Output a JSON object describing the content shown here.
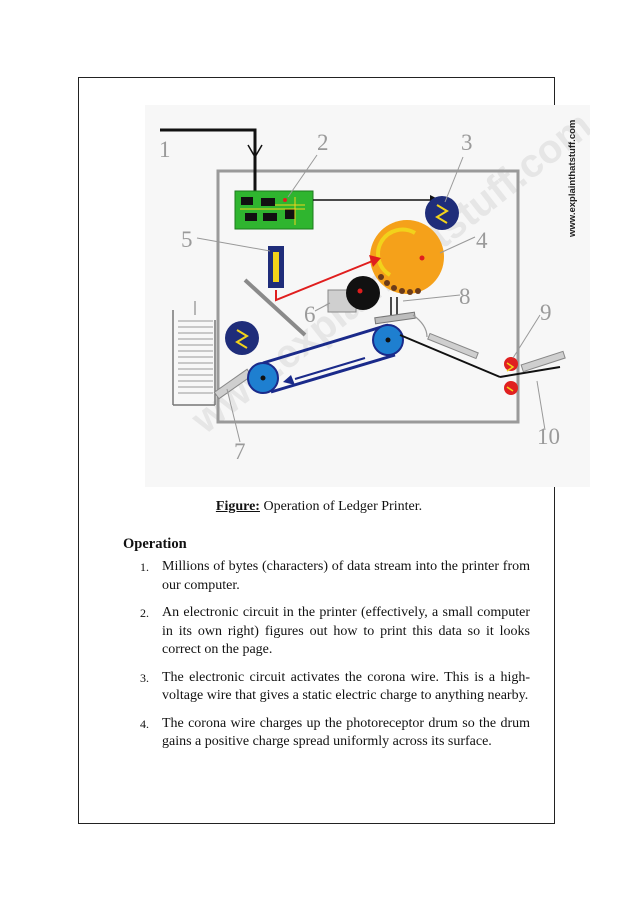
{
  "figure": {
    "callouts": [
      "1",
      "2",
      "3",
      "4",
      "5",
      "6",
      "7",
      "8",
      "9",
      "10"
    ],
    "side_url": "www.explainthatstuff.com",
    "watermark": "www.explainthatstuff.com"
  },
  "caption": {
    "label": "Figure:",
    "text": " Operation of Ledger Printer."
  },
  "section": {
    "heading": "Operation",
    "steps": [
      {
        "num": "1.",
        "text": "Millions of bytes (characters) of data stream into the printer from our computer."
      },
      {
        "num": "2.",
        "text": "An electronic circuit in the printer (effectively, a small computer in its own right) figures out how to print this data so it looks correct on the page."
      },
      {
        "num": "3.",
        "text": "The electronic circuit activates the corona wire. This is a high-voltage wire that gives a static electric charge to anything nearby."
      },
      {
        "num": "4.",
        "text": "The corona wire charges up the photoreceptor drum so the drum gains a positive charge spread uniformly across its surface."
      }
    ]
  },
  "colors": {
    "frame": "#222222",
    "circuit_board": "#2fb52f",
    "drum": "#f5a11a",
    "corona_blue": "#1f2d7a",
    "roller_blue": "#1e7fd0",
    "belt_navy": "#1a2a8a",
    "fuser_red": "#e02020",
    "wire_yellow": "#f2d21b",
    "arrow_red": "#e01e1e"
  }
}
